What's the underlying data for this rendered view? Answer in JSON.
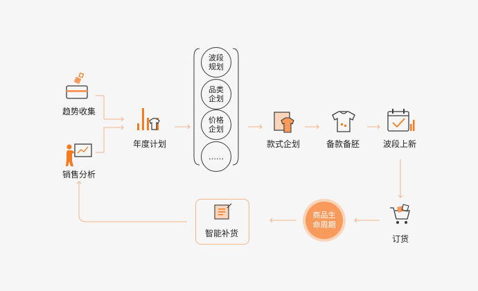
{
  "nodes": {
    "trend": "趋势收集",
    "sales": "销售分析",
    "annual": "年度计划",
    "wave_planning": [
      "波段",
      "规划"
    ],
    "category_planning": [
      "品类",
      "企划"
    ],
    "price_planning": [
      "价格",
      "企划"
    ],
    "more": "……",
    "style_planning": "款式企划",
    "blank_prep": "备款备胚",
    "wave_launch": "波段上新",
    "order": "订货",
    "lifecycle": [
      "商品生",
      "命周期"
    ],
    "smart_replenish": "智能补货"
  },
  "colors": {
    "accent": "#f47b20",
    "line": "#f5b48a",
    "dark": "#3a3a3a"
  }
}
